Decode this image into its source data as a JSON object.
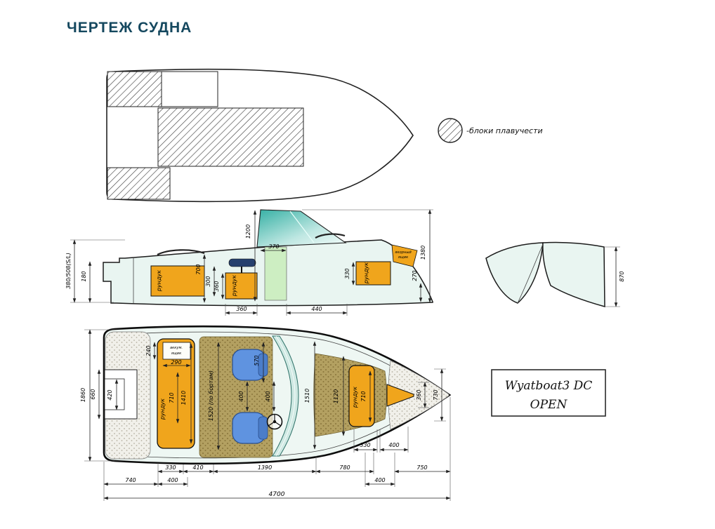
{
  "page": {
    "title": "ЧЕРТЕЖ СУДНА"
  },
  "legend": {
    "buoyancy": "-блоки плавучести"
  },
  "side": {
    "freeboard": "380/508(S/L)",
    "h180": "180",
    "h700": "700",
    "h300": "300",
    "h360": "360",
    "h1200": "1200",
    "w370": "370",
    "h330": "330",
    "h270": "270",
    "h1380": "1380",
    "w360": "360",
    "w440": "440",
    "locker": "рундук",
    "anchor1": "якорный",
    "anchor2": "ящик"
  },
  "transom": {
    "h870": "870"
  },
  "plan": {
    "w1860": "1860",
    "w660": "660",
    "w420": "420",
    "w240": "240",
    "w290": "290",
    "battery1": "аккум.",
    "battery2": "ящик",
    "locker": "рундук",
    "l710": "710",
    "l1410": "1410",
    "beam_note": "1520 (по бортам)",
    "w400": "400",
    "w570": "570",
    "l1510": "1510",
    "l1120": "1120",
    "r710": "710",
    "w360": "360",
    "w730": "730",
    "w330": "330",
    "c330": "330",
    "c410": "410",
    "c1390": "1390",
    "c780": "780",
    "c750": "750",
    "c740": "740",
    "c400": "400",
    "total": "4700"
  },
  "title_block": {
    "line1": "Wyatboat3 DC",
    "line2": "OPEN"
  }
}
